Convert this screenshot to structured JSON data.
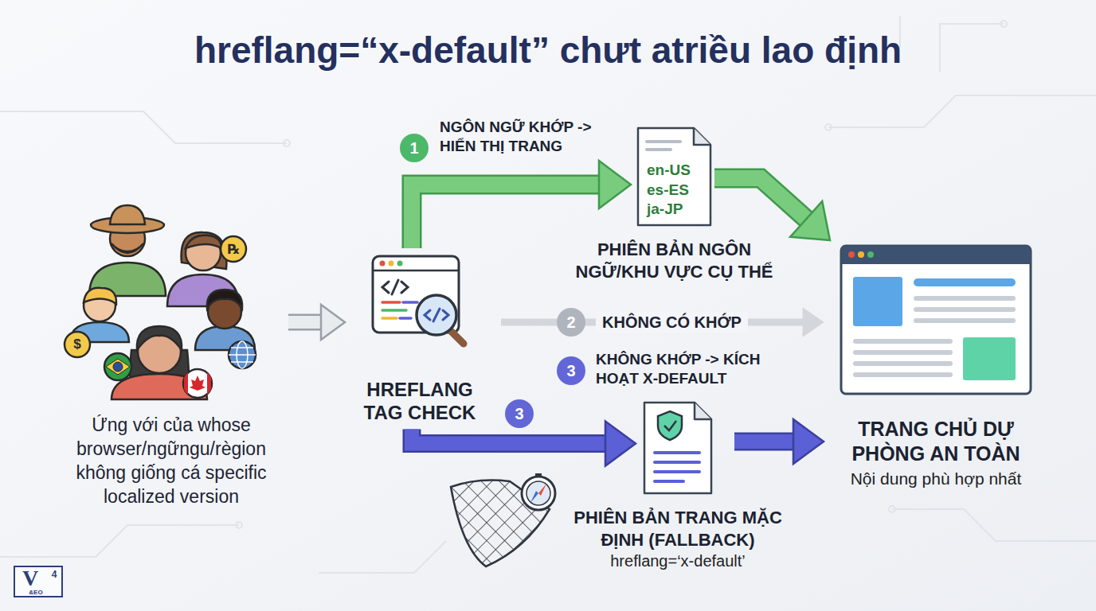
{
  "diagram": {
    "title": "hreflang=“x-default” chưt atriều lao định",
    "nodes": [
      {
        "text": [
          "Ứng với của whose browser/ngữngu/règion không giống cá specific localized version"
        ]
      },
      {
        "text": [
          "HREFLANG TAG CHECK"
        ]
      },
      {
        "text": [
          "en-US",
          "es-ES",
          "ja-JP",
          "PHIÊN BẢN NGÔN NGỮ/KHU VỰC CỤ THỂ"
        ]
      },
      {
        "text": [
          "PHIÊN BẢN TRANG MẶC ĐỊNH (FALLBACK)",
          "hreflang=‘x-default’"
        ]
      },
      {
        "text": [
          "TRANG CHỦ DỰ PHÒNG AN TOÀN",
          "Nội dung phù hợp nhất"
        ]
      }
    ],
    "edges": [
      {
        "from": 0,
        "to": 1,
        "arrow": "to"
      },
      {
        "from": 1,
        "to": 2,
        "arrow": "to",
        "label": "NGÔN NGỮ KHỚP -> HIỂN THỊ TRANG"
      },
      {
        "from": 2,
        "to": 4,
        "arrow": "to"
      },
      {
        "from": 1,
        "to": 4,
        "arrow": "to",
        "label": "KHÔNG CÓ KHỚP"
      },
      {
        "from": 1,
        "to": 3,
        "arrow": "to",
        "label": "KHÔNG KHỚP -> KÍCH HOẠT X-DEFAULT"
      },
      {
        "from": 3,
        "to": 4,
        "arrow": "to"
      }
    ],
    "labels": [
      "1",
      "2",
      "3",
      "3",
      "$",
      "℞",
      "V",
      "4",
      "&EO"
    ]
  }
}
